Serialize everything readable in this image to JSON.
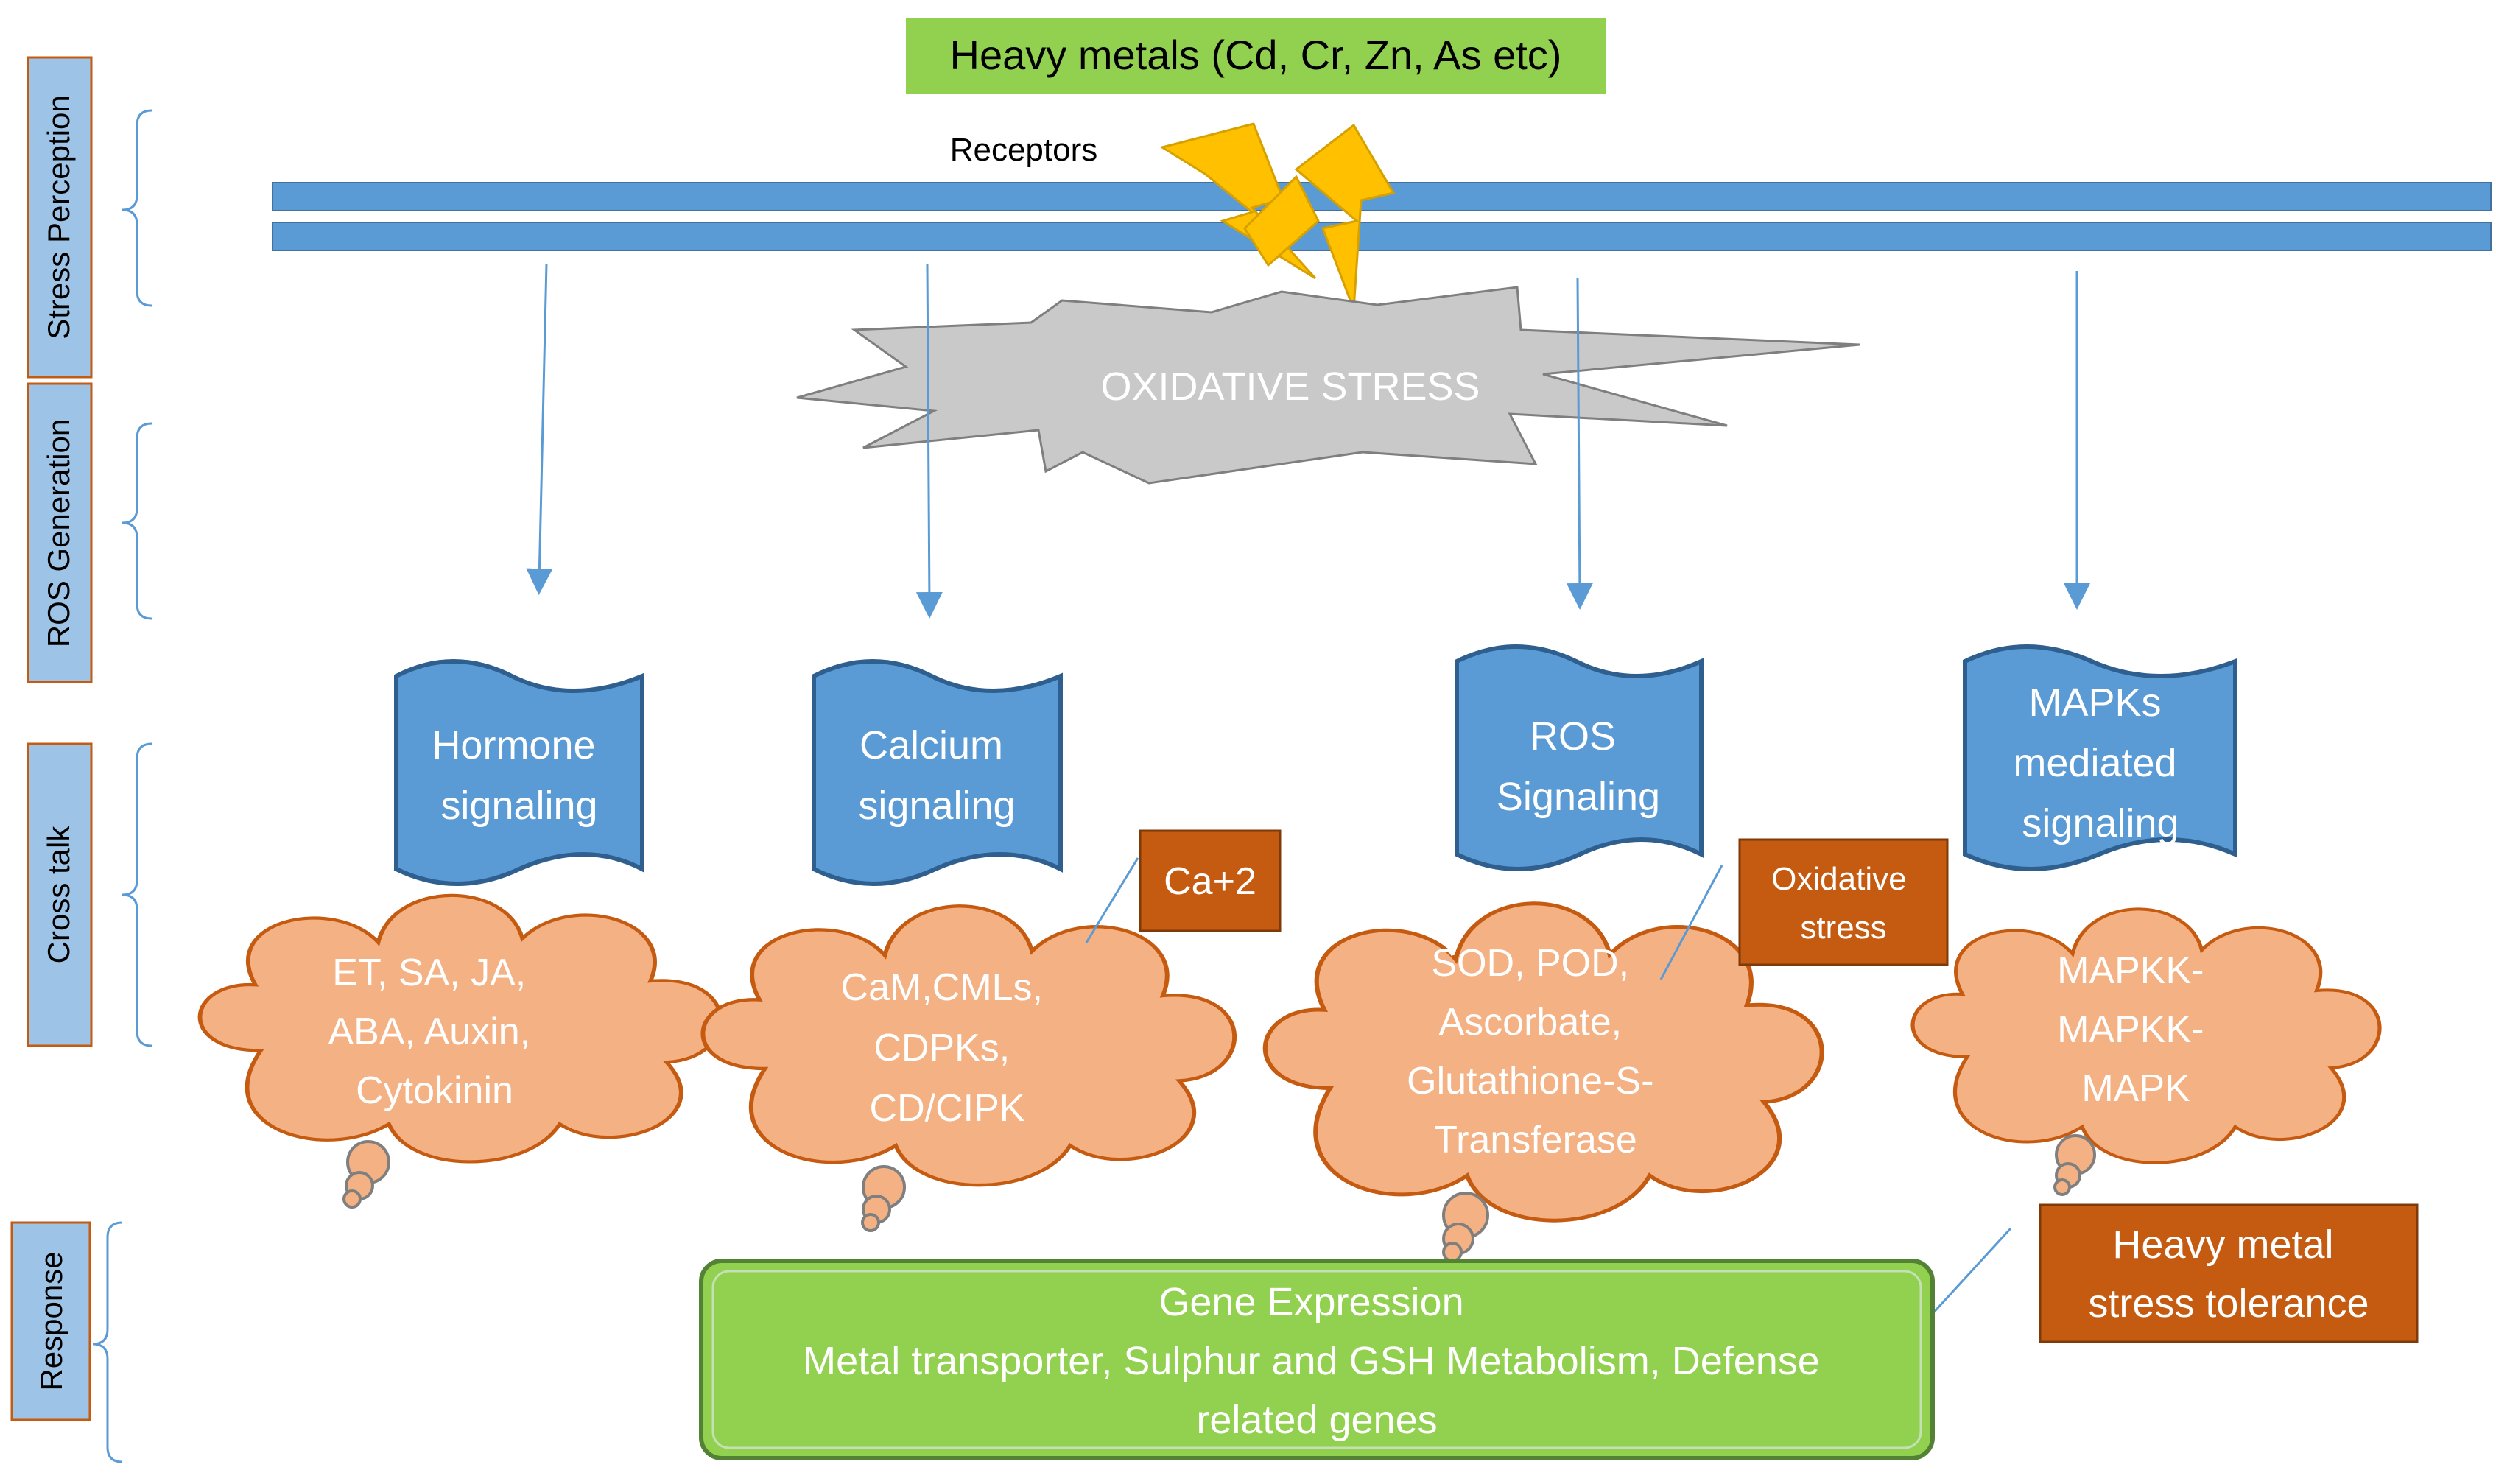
{
  "stimulus": {
    "label": "Heavy metals (Cd, Cr, Zn, As etc)"
  },
  "membrane": {
    "receptors_label": "Receptors"
  },
  "oxidative": {
    "label": "OXIDATIVE STRESS"
  },
  "stages": [
    {
      "label": "Stress Perception"
    },
    {
      "label": "ROS Generation"
    },
    {
      "label": "Cross talk"
    },
    {
      "label": "Response"
    }
  ],
  "pathways": [
    {
      "title": [
        "Hormone",
        "signaling"
      ],
      "components": [
        "ET, SA, JA,",
        "ABA, Auxin,",
        "Cytokinin"
      ]
    },
    {
      "title": [
        "Calcium",
        "signaling"
      ],
      "components": [
        "CaM,CMLs,",
        "CDPKs,",
        "CD/CIPK"
      ]
    },
    {
      "title": [
        "ROS",
        "Signaling"
      ],
      "components": [
        "SOD, POD,",
        "Ascorbate,",
        "Glutathione-S-",
        "Transferase"
      ]
    },
    {
      "title": [
        "MAPKs",
        "mediated",
        "signaling"
      ],
      "components": [
        "MAPKK-",
        "MAPKK-",
        "MAPK"
      ]
    }
  ],
  "callouts": {
    "calcium": "Ca+2",
    "oxidative": [
      "Oxidative",
      "stress"
    ],
    "tolerance": [
      "Heavy metal",
      "stress tolerance"
    ]
  },
  "response": {
    "lines": [
      "Gene Expression",
      "Metal transporter, Sulphur and GSH Metabolism, Defense",
      "related genes"
    ]
  },
  "colors": {
    "membrane": "#5b9bd5",
    "stage_fill": "#9dc3e6",
    "stage_border": "#c55a11",
    "stimulus_fill": "#92d050",
    "bolt": "#ffc000",
    "burst": "#c9c9c9",
    "banner": "#5b9bd5",
    "cloud": "#f4b183",
    "callout": "#c55a11",
    "response_fill": "#92d050"
  }
}
